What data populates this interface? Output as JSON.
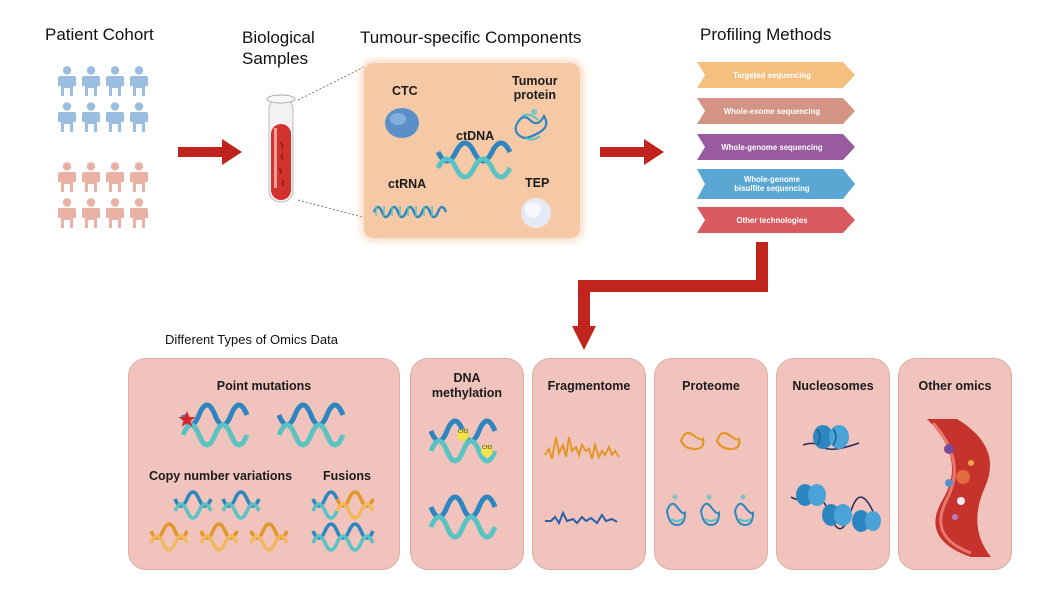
{
  "headers": {
    "patient_cohort": "Patient Cohort",
    "biological_samples_line1": "Biological",
    "biological_samples_line2": "Samples",
    "tumour_components": "Tumour-specific Components",
    "profiling_methods": "Profiling Methods",
    "omics_types": "Different Types of Omics Data"
  },
  "components": {
    "ctc": "CTC",
    "tumour_protein_line1": "Tumour",
    "tumour_protein_line2": "protein",
    "ctdna": "ctDNA",
    "ctrna": "ctRNA",
    "tep": "TEP"
  },
  "profiling": [
    {
      "label": "Targeted sequencing",
      "color": "#f4c07f"
    },
    {
      "label": "Whole-exome sequencing",
      "color": "#d49483"
    },
    {
      "label": "Whole-genome sequencing",
      "color": "#9a5aa0"
    },
    {
      "label_line1": "Whole-genome",
      "label_line2": "bisulfite sequencing",
      "color": "#5aa7d3"
    },
    {
      "label": "Other technologies",
      "color": "#d95a5f"
    }
  ],
  "omics": {
    "point_mutations": "Point mutations",
    "copy_number_variations": "Copy number variations",
    "fusions": "Fusions",
    "dna_methylation_line1": "DNA",
    "dna_methylation_line2": "methylation",
    "fragmentome": "Fragmentome",
    "proteome": "Proteome",
    "nucleosomes": "Nucleosomes",
    "other_omics": "Other omics",
    "methyl_mark": "CH3"
  },
  "colors": {
    "arrow": "#c0241c",
    "cohort_blue": "#9bbde0",
    "cohort_pink": "#e9b2a6",
    "dna_blue": "#2e86c1",
    "dna_teal": "#59c3c3",
    "dna_orange": "#e3962a",
    "panel": "#f0c3bc"
  }
}
